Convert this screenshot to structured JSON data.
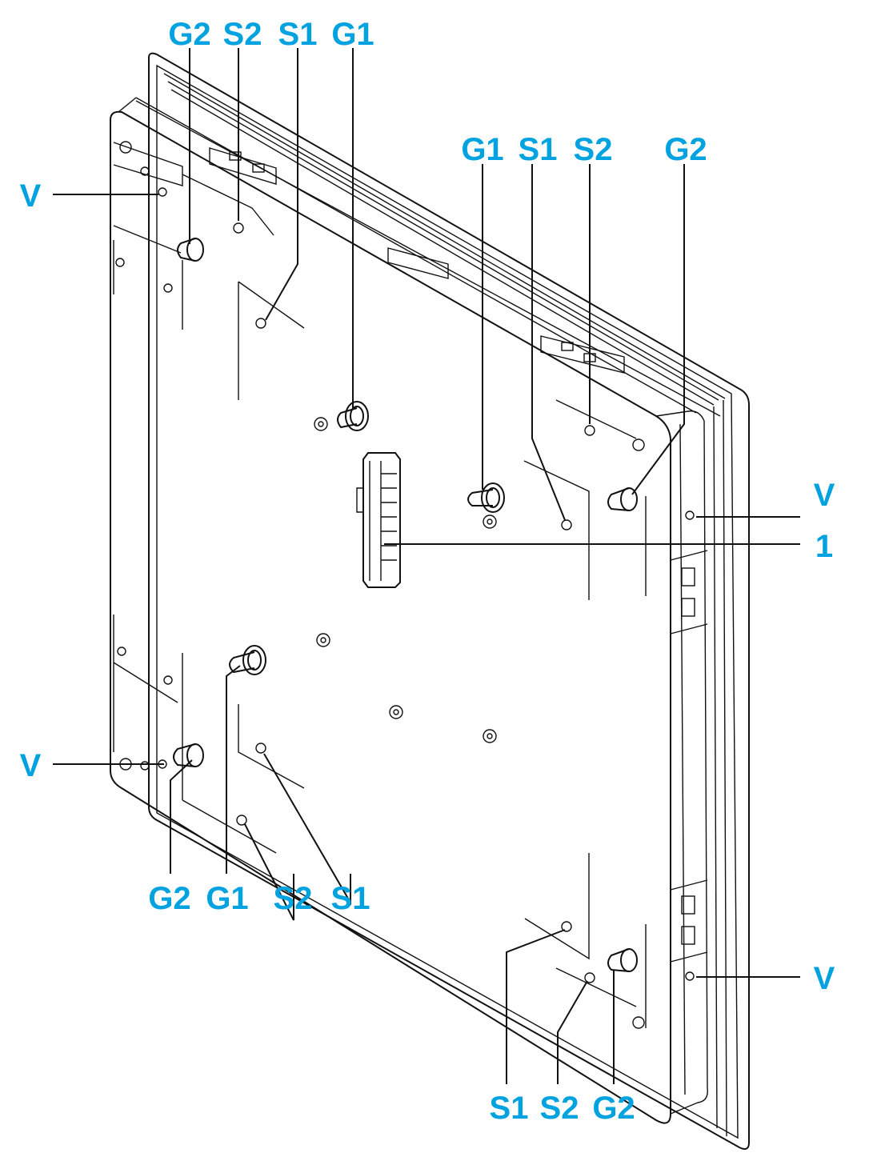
{
  "figure": {
    "callouts": {
      "top": [
        "G2",
        "S2",
        "S1",
        "G1"
      ],
      "top_right": [
        "G1",
        "S1",
        "S2",
        "G2"
      ],
      "bottom_left": [
        "G2",
        "G1",
        "S2",
        "S1"
      ],
      "bottom_right": [
        "S1",
        "S2",
        "G2"
      ],
      "left": [
        "V",
        "V"
      ],
      "right": [
        "V",
        "1",
        "V"
      ]
    },
    "colors": {
      "callout": "#00a2e0",
      "line": "#111111",
      "panel": "#ffffff"
    }
  }
}
